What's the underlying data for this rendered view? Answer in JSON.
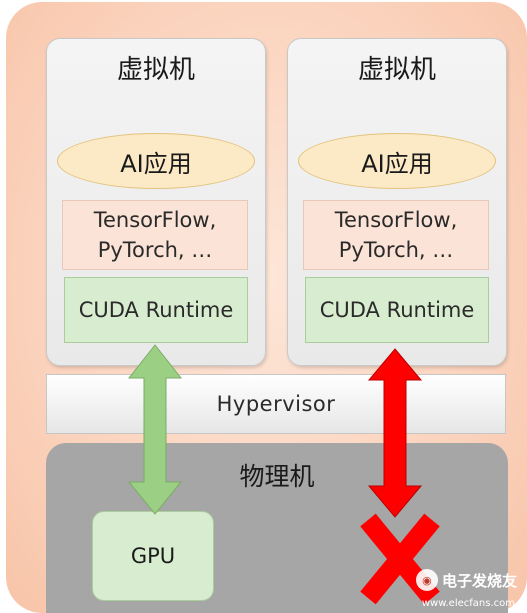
{
  "vms": [
    {
      "title": "虚拟机",
      "app": "AI应用",
      "frameworks_line1": "TensorFlow,",
      "frameworks_line2": "PyTorch, …",
      "runtime": "CUDA Runtime"
    },
    {
      "title": "虚拟机",
      "app": "AI应用",
      "frameworks_line1": "TensorFlow,",
      "frameworks_line2": "PyTorch, …",
      "runtime": "CUDA Runtime"
    }
  ],
  "hypervisor": "Hypervisor",
  "physical": {
    "title": "物理机",
    "gpu": "GPU"
  },
  "links": {
    "allowed_color": "#9bcf83",
    "blocked_color": "#ff0000"
  },
  "watermark": {
    "brand": "电子发烧友",
    "url": "www.elecfans.com"
  }
}
